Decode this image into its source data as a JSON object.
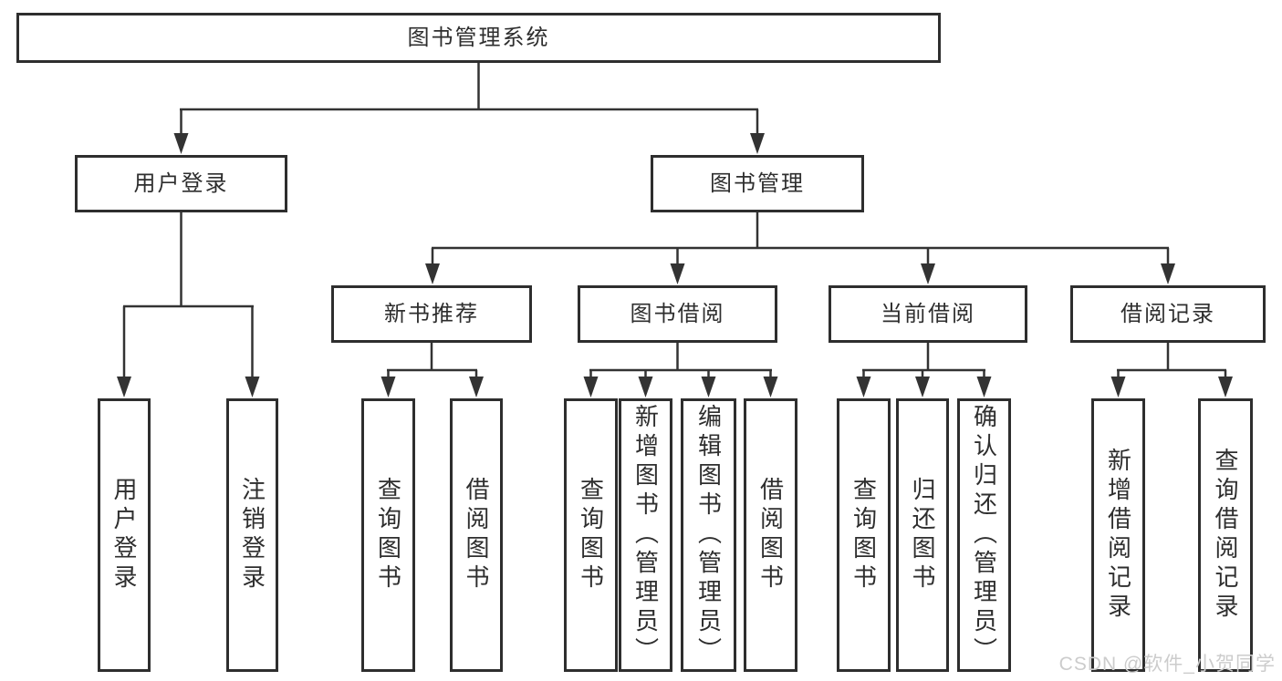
{
  "diagram": {
    "root": {
      "label": "图书管理系统"
    },
    "login": {
      "label": "用户登录",
      "children": [
        {
          "label": "用户登录"
        },
        {
          "label": "注销登录"
        }
      ]
    },
    "management": {
      "label": "图书管理",
      "sections": [
        {
          "label": "新书推荐",
          "children": [
            {
              "label": "查询图书"
            },
            {
              "label": "借阅图书"
            }
          ]
        },
        {
          "label": "图书借阅",
          "children": [
            {
              "label": "查询图书"
            },
            {
              "label": "新增图书（管理员）"
            },
            {
              "label": "编辑图书（管理员）"
            },
            {
              "label": "借阅图书"
            }
          ]
        },
        {
          "label": "当前借阅",
          "children": [
            {
              "label": "查询图书"
            },
            {
              "label": "归还图书"
            },
            {
              "label": "确认归还（管理员）"
            }
          ]
        },
        {
          "label": "借阅记录",
          "children": [
            {
              "label": "新增借阅记录"
            },
            {
              "label": "查询借阅记录"
            }
          ]
        }
      ]
    }
  },
  "watermark": {
    "text": "CSDN @软件_小贺同学"
  },
  "colors": {
    "line": "#333333",
    "box_border": "#2e2e2e",
    "box_fill": "#ffffff",
    "text": "#2e2e2e",
    "watermark": "#cccccc",
    "background": "#ffffff"
  }
}
